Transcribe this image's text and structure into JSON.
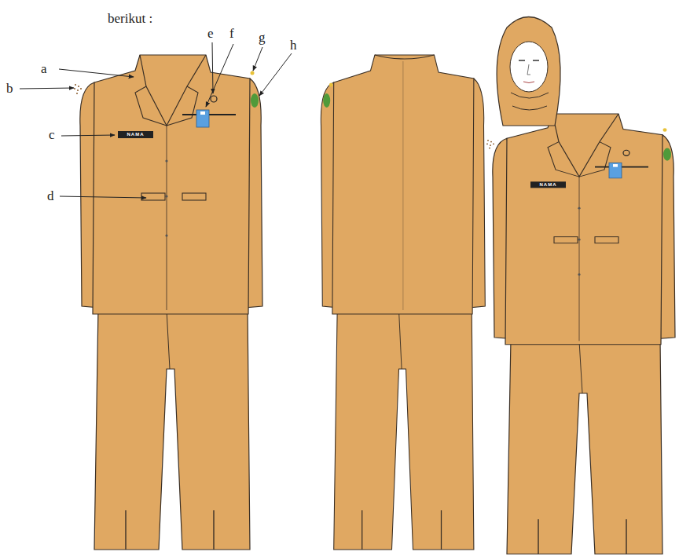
{
  "diagram": {
    "labels": [
      "berikut :",
      "a",
      "b",
      "c",
      "d",
      "e",
      "f",
      "g",
      "h",
      "NAMA",
      "NAMA"
    ]
  }
}
